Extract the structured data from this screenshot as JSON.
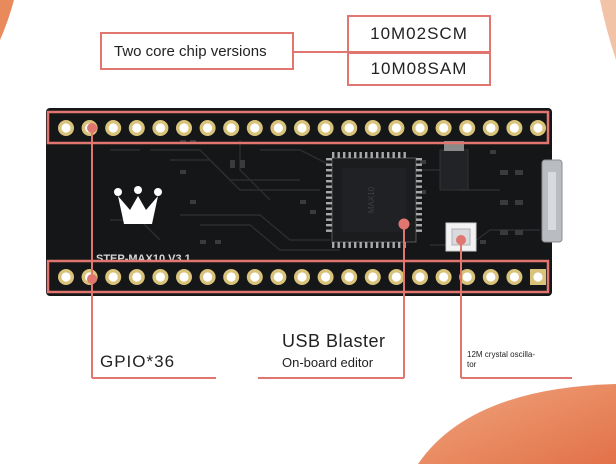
{
  "callouts": {
    "chip_versions_label": "Two core chip versions",
    "chip_versions": [
      "10M02SCM",
      "10M08SAM"
    ],
    "gpio": "GPIO*36",
    "usb_blaster": "USB Blaster",
    "onboard_editor": "On-board editor",
    "crystal_line1": "12M crystal oscilla-",
    "crystal_line2": "tor"
  },
  "board": {
    "silkscreen": "STEP-MAX10  V3.1",
    "pins_per_row": 21
  },
  "colors": {
    "accent": "#e0766f",
    "peach": "#e98a5d",
    "board": "#151617",
    "pad_gold": "#d9c27a"
  },
  "icons": [
    "crown-logo-icon"
  ]
}
